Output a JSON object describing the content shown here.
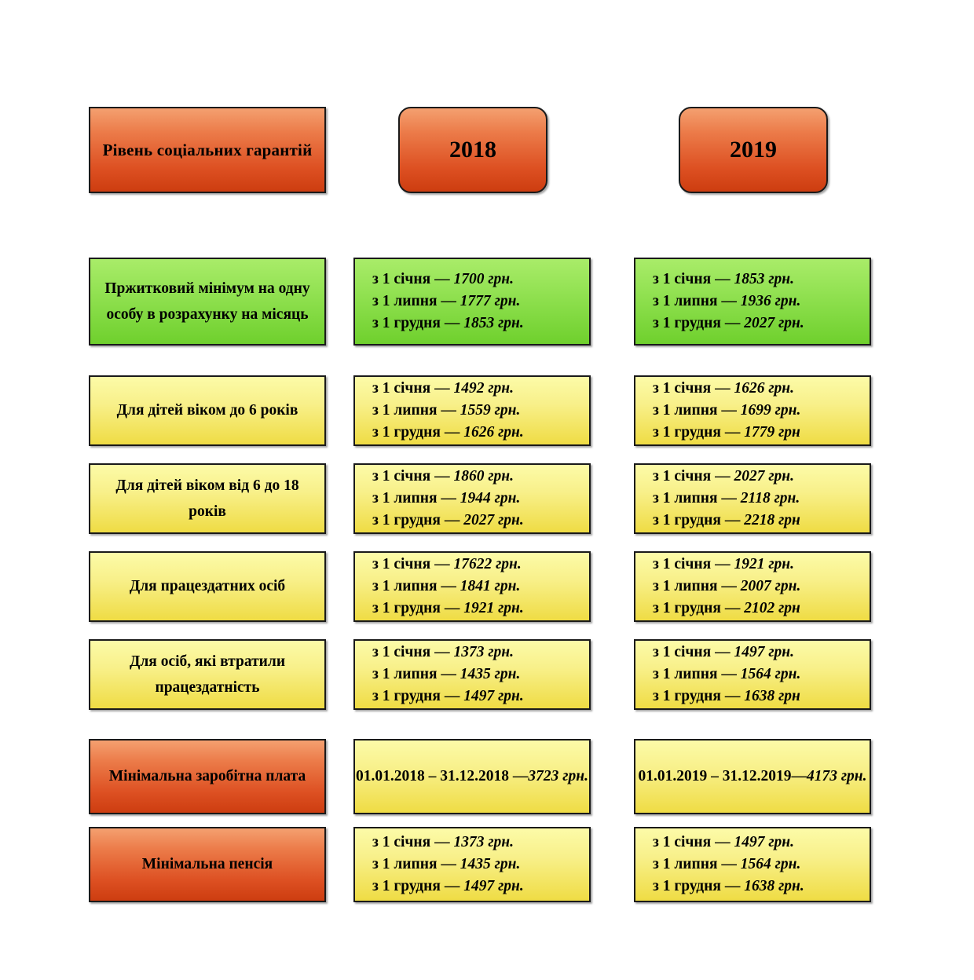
{
  "header": {
    "title_label": "Рівень соціальних гарантій",
    "year_2018": "2018",
    "year_2019": "2019"
  },
  "rows": [
    {
      "name": "subsistence-minimum-per-person",
      "label": "Пржитковий мінімум на одну особу в розрахунку на місяць",
      "color": "green",
      "y2018": [
        {
          "prefix": "з 1 січня — ",
          "amount": "1700 грн."
        },
        {
          "prefix": "з 1 липня — ",
          "amount": "1777 грн."
        },
        {
          "prefix": "з 1 грудня — ",
          "amount": "1853 грн."
        }
      ],
      "y2019": [
        {
          "prefix": "з 1 січня — ",
          "amount": "1853 грн."
        },
        {
          "prefix": "з 1 липня — ",
          "amount": "1936 грн."
        },
        {
          "prefix": "з 1 грудня — ",
          "amount": "2027 грн."
        }
      ]
    },
    {
      "name": "children-under-6",
      "label": "Для дітей віком до 6 років",
      "color": "yellow",
      "y2018": [
        {
          "prefix": "з 1 січня — ",
          "amount": "1492 грн."
        },
        {
          "prefix": "з 1 липня — ",
          "amount": "1559 грн."
        },
        {
          "prefix": "з 1 грудня — ",
          "amount": "1626 грн."
        }
      ],
      "y2019": [
        {
          "prefix": "з 1 січня — ",
          "amount": "1626 грн."
        },
        {
          "prefix": "з 1 липня — ",
          "amount": "1699 грн."
        },
        {
          "prefix": "з 1 грудня — ",
          "amount": "1779 грн"
        }
      ]
    },
    {
      "name": "children-6-to-18",
      "label": "Для дітей віком від 6 до 18 років",
      "color": "yellow",
      "y2018": [
        {
          "prefix": "з 1 січня — ",
          "amount": "1860 грн."
        },
        {
          "prefix": "з 1 липня — ",
          "amount": "1944 грн."
        },
        {
          "prefix": "з 1 грудня — ",
          "amount": "2027 грн."
        }
      ],
      "y2019": [
        {
          "prefix": "з 1 січня — ",
          "amount": "2027 грн."
        },
        {
          "prefix": "з 1 липня — ",
          "amount": "2118 грн."
        },
        {
          "prefix": "з 1 грудня — ",
          "amount": "2218 грн"
        }
      ]
    },
    {
      "name": "able-bodied-persons",
      "label": "Для працездатних осіб",
      "color": "yellow",
      "y2018": [
        {
          "prefix": "з 1 січня — ",
          "amount": "17622 грн."
        },
        {
          "prefix": "з 1 липня — ",
          "amount": "1841 грн."
        },
        {
          "prefix": "з 1 грудня — ",
          "amount": "1921 грн."
        }
      ],
      "y2019": [
        {
          "prefix": "з 1 січня — ",
          "amount": "1921 грн."
        },
        {
          "prefix": "з 1 липня — ",
          "amount": "2007 грн."
        },
        {
          "prefix": "з 1 грудня — ",
          "amount": "2102 грн"
        }
      ]
    },
    {
      "name": "persons-lost-working-ability",
      "label": "Для осіб, які втратили працездатність",
      "color": "yellow",
      "y2018": [
        {
          "prefix": "з 1 січня — ",
          "amount": "1373 грн."
        },
        {
          "prefix": "з 1 липня — ",
          "amount": "1435 грн."
        },
        {
          "prefix": "з 1 грудня — ",
          "amount": "1497 грн."
        }
      ],
      "y2019": [
        {
          "prefix": "з 1 січня — ",
          "amount": "1497 грн."
        },
        {
          "prefix": "з 1 липня — ",
          "amount": "1564 грн."
        },
        {
          "prefix": "з 1 грудня — ",
          "amount": "1638 грн"
        }
      ]
    },
    {
      "name": "minimum-wage",
      "label": "Мінімальна заробітна плата",
      "color": "orange",
      "y2018": [
        {
          "prefix": "01.01.2018 – 31.12.2018 —",
          "amount": "3723  грн."
        }
      ],
      "y2019": [
        {
          "prefix": "01.01.2019 – 31.12.2019—",
          "amount": "4173  грн."
        }
      ]
    },
    {
      "name": "minimum-pension",
      "label": "Мінімальна пенсія",
      "color": "orange",
      "y2018": [
        {
          "prefix": "з 1 січня — ",
          "amount": "1373 грн."
        },
        {
          "prefix": "з 1 липня — ",
          "amount": "1435 грн."
        },
        {
          "prefix": "з 1 грудня — ",
          "amount": "1497 грн."
        }
      ],
      "y2019": [
        {
          "prefix": "з 1 січня — ",
          "amount": "1497 грн."
        },
        {
          "prefix": "з 1 липня — ",
          "amount": "1564 грн."
        },
        {
          "prefix": "з 1 грудня — ",
          "amount": "1638 грн."
        }
      ]
    }
  ],
  "colors": {
    "orange": "#dd5022",
    "green": "#7ddb3a",
    "yellow": "#f5ed83",
    "border": "#1a1a1a"
  }
}
